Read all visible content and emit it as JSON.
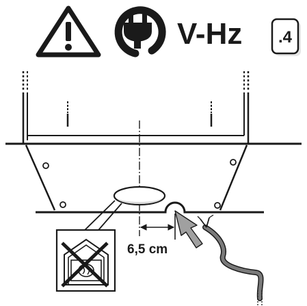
{
  "header": {
    "power_label": "V-Hz",
    "step_label": ".4"
  },
  "diagram": {
    "distance_label": "6,5 cm"
  },
  "icons": {
    "warning": "warning-triangle-icon",
    "plug": "power-plug-icon",
    "no_cooking": "no-cooking-zone-icon"
  },
  "colors": {
    "ink": "#1a1a1a",
    "fill_gray": "#d9d9d9",
    "cable_gray": "#7a7a7a",
    "arrow_gray": "#a0a0a0"
  }
}
